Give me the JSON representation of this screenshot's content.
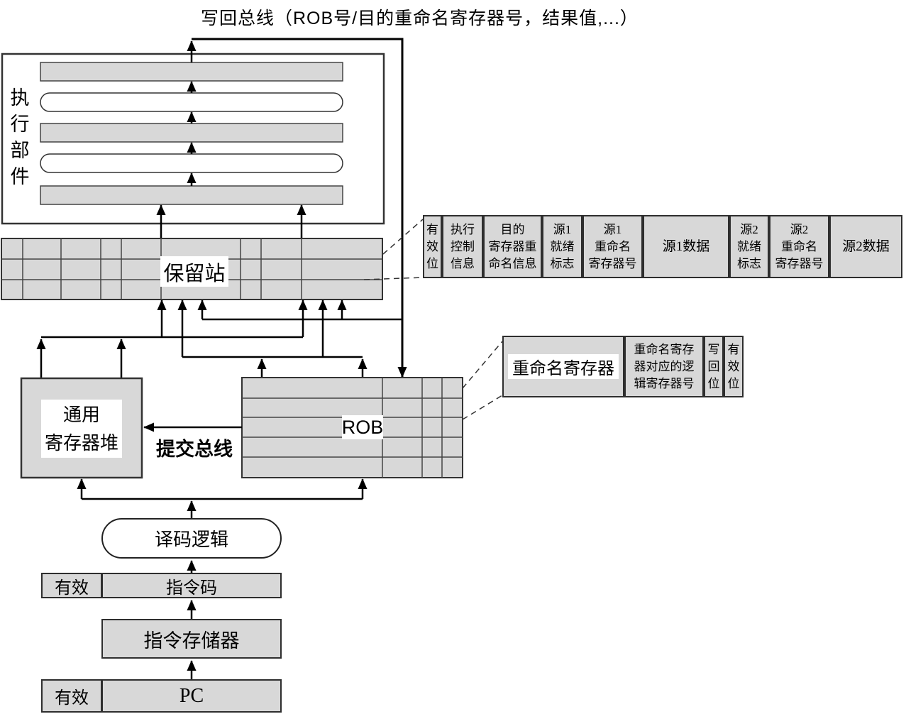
{
  "title": "写回总线（ROB号/目的重命名寄存器号，结果值,...）",
  "blocks": {
    "execution_unit": "执行部件",
    "reservation_station": "保留站",
    "rob": "ROB",
    "register_file": "通用\n寄存器堆",
    "decode_logic": "译码逻辑",
    "instruction_memory": "指令存储器",
    "instruction_code": "指令码",
    "pc": "PC",
    "valid_instruction": "有效",
    "valid_pc": "有效"
  },
  "buses": {
    "commit_bus": "提交总线"
  },
  "rs_entry": {
    "fields": [
      "有\n效\n位",
      "执行\n控制\n信息",
      "目的\n寄存器重\n命名信息",
      "源1\n就绪\n标志",
      "源1\n重命名\n寄存器号",
      "源1数据",
      "源2\n就绪\n标志",
      "源2\n重命名\n寄存器号",
      "源2数据"
    ]
  },
  "rename_entry": {
    "label": "重命名寄存器",
    "fields": [
      "重命名寄存\n器对应的逻\n辑寄存器号",
      "写\n回\n位",
      "有\n效\n位"
    ]
  },
  "colors": {
    "box_fill": "#d8d8d8",
    "line": "#000000",
    "border": "#2e2e2e",
    "background": "#ffffff"
  }
}
